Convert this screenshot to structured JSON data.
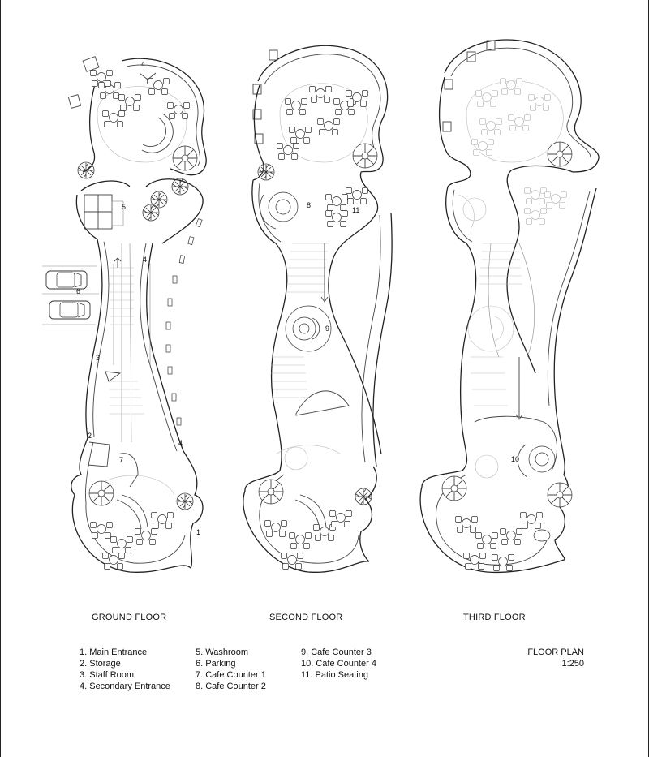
{
  "floors": [
    {
      "title": "GROUND FLOOR"
    },
    {
      "title": "SECOND FLOOR"
    },
    {
      "title": "THIRD FLOOR"
    }
  ],
  "plan_labels": {
    "ground": [
      "4",
      "5",
      "4",
      "6",
      "3",
      "2",
      "7",
      "4",
      "1"
    ],
    "second": [
      "8",
      "11",
      "9"
    ],
    "third": [
      "10"
    ]
  },
  "legend": {
    "col1": [
      "1. Main Entrance",
      "2. Storage",
      "3. Staff Room",
      "4. Secondary Entrance"
    ],
    "col2": [
      "5. Washroom",
      "6. Parking",
      "7. Cafe Counter 1",
      "8. Cafe Counter 2"
    ],
    "col3": [
      "9. Cafe Counter 3",
      "10. Cafe Counter 4",
      "11. Patio Seating"
    ]
  },
  "sheet": {
    "title": "FLOOR PLAN",
    "scale": "1:250"
  }
}
